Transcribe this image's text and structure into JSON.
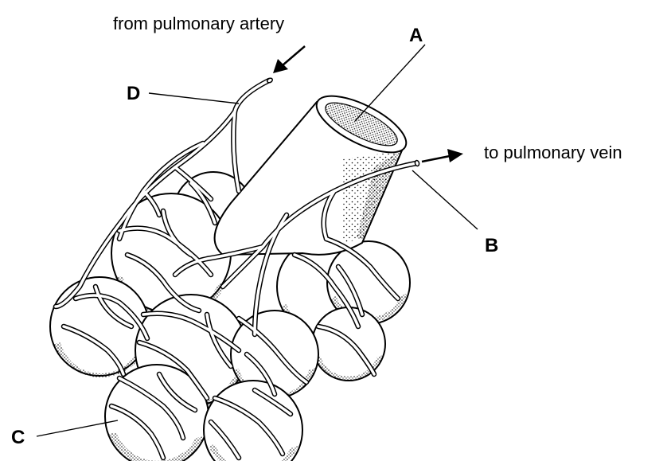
{
  "labels": {
    "from_artery": "from pulmonary artery",
    "to_vein": "to pulmonary vein",
    "a": "A",
    "b": "B",
    "c": "C",
    "d": "D"
  },
  "colors": {
    "ink": "#000000",
    "background": "#ffffff"
  }
}
